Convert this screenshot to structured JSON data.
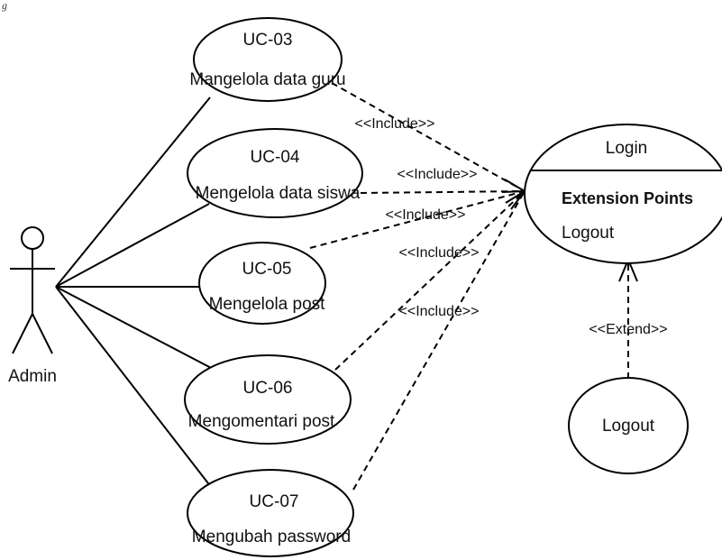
{
  "caption": "g",
  "actor": {
    "name": "Admin"
  },
  "use_cases": [
    {
      "id": "UC-03",
      "name": "Mangelola data guru"
    },
    {
      "id": "UC-04",
      "name": "Mengelola data siswa"
    },
    {
      "id": "UC-05",
      "name": "Mengelola post"
    },
    {
      "id": "UC-06",
      "name": "Mengomentari post"
    },
    {
      "id": "UC-07",
      "name": "Mengubah password"
    }
  ],
  "login": {
    "name": "Login",
    "extension_heading": "Extension Points",
    "extension_point": "Logout"
  },
  "logout": {
    "name": "Logout"
  },
  "relations": {
    "include_labels": [
      "<<Include>>",
      "<<Include>>",
      "<<Include>>",
      "<<Include>>",
      "<<Include>>"
    ],
    "extend_label": "<<Extend>>"
  }
}
